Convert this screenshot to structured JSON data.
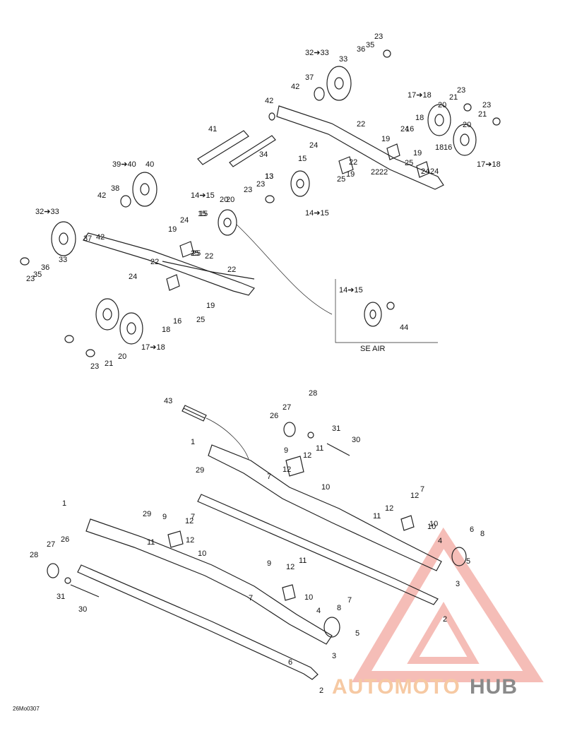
{
  "reference_code": "26Mo0307",
  "inset": {
    "title": "SE AIR",
    "labels": [
      "14➔15",
      "44"
    ]
  },
  "watermark": {
    "word_part1": "AUTOMOTO",
    "word_part2": "HUB",
    "color_primary": "#f2a79f",
    "color_secondary": "#8a8a8a",
    "color_accent": "#f6c9a3"
  },
  "upper_labels": [
    "23",
    "36",
    "35",
    "32➔33",
    "33",
    "37",
    "42",
    "17➔18",
    "20",
    "21",
    "23",
    "21",
    "23",
    "20",
    "42",
    "18",
    "24",
    "16",
    "22",
    "19",
    "18",
    "16",
    "41",
    "24",
    "15",
    "22",
    "25",
    "17➔18",
    "39➔40",
    "40",
    "34",
    "19",
    "25",
    "22",
    "19",
    "24",
    "24",
    "22",
    "14➔15",
    "13",
    "23",
    "20",
    "15",
    "20",
    "38",
    "25",
    "42",
    "23",
    "13",
    "14➔15",
    "32➔33",
    "37",
    "42",
    "19",
    "24",
    "15",
    "33",
    "22",
    "36",
    "35",
    "23",
    "25",
    "22",
    "22",
    "24",
    "19",
    "25",
    "16",
    "18",
    "20",
    "17➔18",
    "23",
    "21"
  ],
  "lower_labels": [
    "43",
    "28",
    "27",
    "26",
    "31",
    "30",
    "1",
    "9",
    "11",
    "12",
    "29",
    "12",
    "10",
    "7",
    "1",
    "29",
    "9",
    "7",
    "12",
    "12",
    "10",
    "11",
    "26",
    "27",
    "28",
    "11",
    "12",
    "10",
    "7",
    "12",
    "10",
    "4",
    "8",
    "6",
    "5",
    "3",
    "2",
    "31",
    "30",
    "9",
    "11",
    "12",
    "7",
    "10",
    "4",
    "8",
    "7",
    "5",
    "6",
    "3",
    "2"
  ]
}
